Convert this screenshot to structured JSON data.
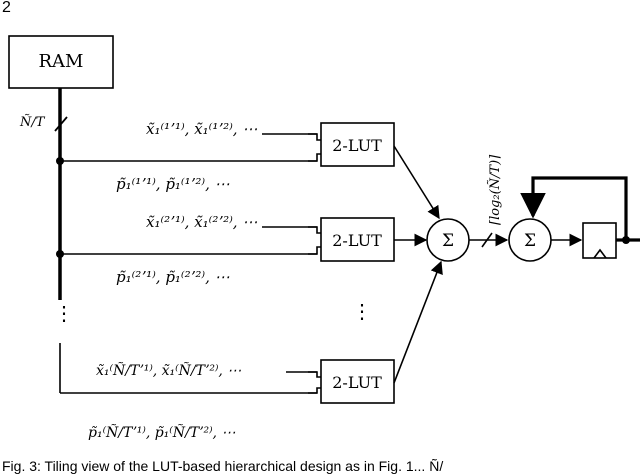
{
  "page": {
    "corner_number": "2",
    "caption_fragment": "Fig. 3: Tiling view of the LUT-based hierarchical design as in Fig. 1... Ñ/"
  },
  "blocks": {
    "ram": "RAM",
    "lut": "2-LUT",
    "sigma": "Σ"
  },
  "labels": {
    "bus_width": "Ñ/T",
    "log_width": "⌈log₂(Ñ/T)⌉",
    "vdots": "⋮",
    "row1_x": "x̃₁⁽¹ʼ¹⁾, x̃₁⁽¹ʼ²⁾, ⋯",
    "row1_p": "p̃₁⁽¹ʼ¹⁾, p̃₁⁽¹ʼ²⁾, ⋯",
    "row2_x": "x̃₁⁽²ʼ¹⁾, x̃₁⁽²ʼ²⁾, ⋯",
    "row2_p": "p̃₁⁽²ʼ¹⁾, p̃₁⁽²ʼ²⁾, ⋯",
    "row3_x": "x̃₁⁽Ñ/Tʼ¹⁾, x̃₁⁽Ñ/Tʼ²⁾, ⋯",
    "row3_p": "p̃₁⁽Ñ/Tʼ¹⁾, p̃₁⁽Ñ/Tʼ²⁾, ⋯"
  }
}
